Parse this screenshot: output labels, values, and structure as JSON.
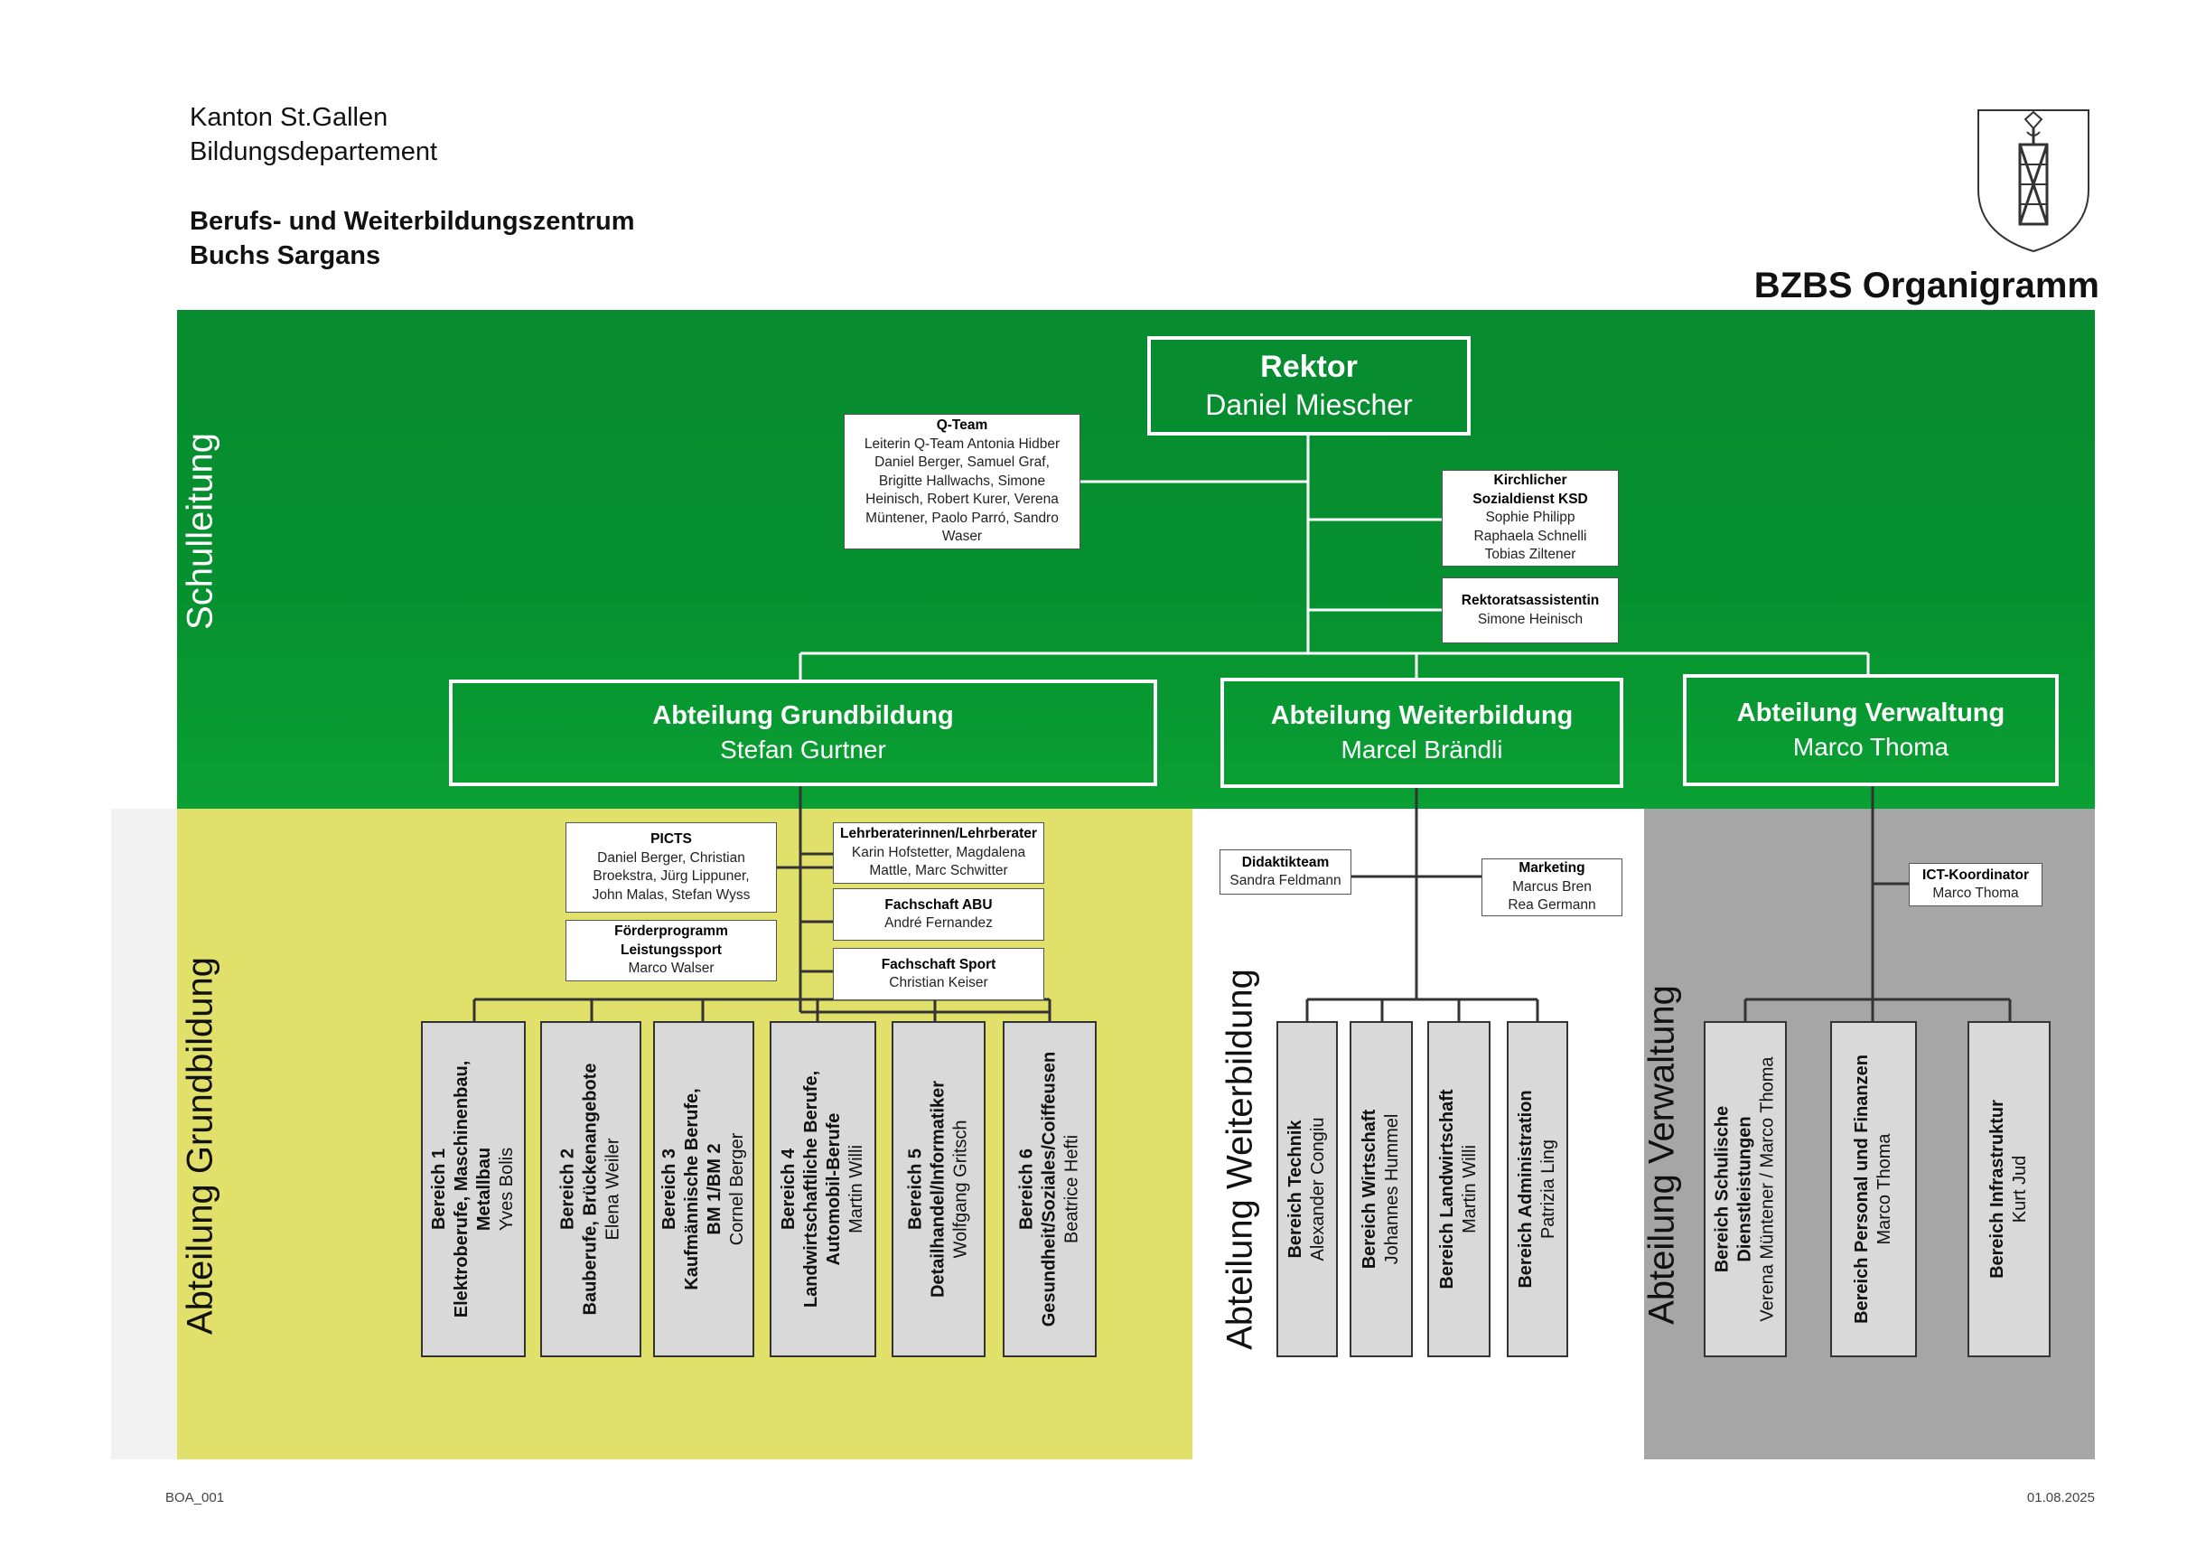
{
  "header": {
    "line1": "Kanton St.Gallen",
    "line2": "Bildungsdepartement",
    "line3": "Berufs- und Weiterbildungszentrum",
    "line4": "Buchs Sargans",
    "title": "BZBS Organigramm",
    "logo": "st-gallen-coat-of-arms"
  },
  "bands": {
    "schulleitung": "Schulleitung",
    "grundbildung": "Abteilung Grundbildung",
    "weiterbildung": "Abteilung Weiterbildung",
    "verwaltung": "Abteilung Verwaltung"
  },
  "rektor": {
    "title": "Rektor",
    "name": "Daniel Miescher"
  },
  "qteam": {
    "title": "Q-Team",
    "lines": [
      "Leiterin Q-Team Antonia Hidber",
      "Daniel Berger, Samuel Graf,",
      "Brigitte Hallwachs, Simone",
      "Heinisch, Robert Kurer, Verena",
      "Müntener, Paolo Parró, Sandro",
      "Waser"
    ]
  },
  "ksd": {
    "title1": "Kirchlicher",
    "title2": "Sozialdienst KSD",
    "lines": [
      "Sophie Philipp",
      "Raphaela Schnelli",
      "Tobias Ziltener"
    ]
  },
  "rektoratsassistentin": {
    "title": "Rektoratsassistentin",
    "name": "Simone Heinisch"
  },
  "departments": {
    "grundbildung": {
      "title": "Abteilung Grundbildung",
      "name": "Stefan Gurtner"
    },
    "weiterbildung": {
      "title": "Abteilung Weiterbildung",
      "name": "Marcel Brändli"
    },
    "verwaltung": {
      "title": "Abteilung Verwaltung",
      "name": "Marco Thoma"
    }
  },
  "picts": {
    "title": "PICTS",
    "lines": [
      "Daniel Berger, Christian",
      "Broekstra, Jürg Lippuner,",
      "John Malas, Stefan Wyss"
    ]
  },
  "foerderprogramm": {
    "title1": "Förderprogramm",
    "title2": "Leistungssport",
    "name": "Marco Walser"
  },
  "lehrberater": {
    "title": "Lehrberaterinnen/Lehrberater",
    "lines": [
      "Karin Hofstetter, Magdalena",
      "Mattle, Marc Schwitter"
    ]
  },
  "fachschaft_abu": {
    "title": "Fachschaft ABU",
    "name": "André Fernandez"
  },
  "fachschaft_sport": {
    "title": "Fachschaft Sport",
    "name": "Christian Keiser"
  },
  "didaktikteam": {
    "title": "Didaktikteam",
    "name": "Sandra Feldmann"
  },
  "marketing": {
    "title": "Marketing",
    "lines": [
      "Marcus Bren",
      "Rea Germann"
    ]
  },
  "ict": {
    "title": "ICT-Koordinator",
    "name": "Marco Thoma"
  },
  "bereiche_grundbildung": [
    {
      "title": [
        "Bereich 1",
        "Elektroberufe, Maschinenbau,",
        "Metallbau"
      ],
      "name": "Yves Bolis"
    },
    {
      "title": [
        "Bereich 2",
        "Bauberufe, Brückenangebote"
      ],
      "name": "Elena Weiler"
    },
    {
      "title": [
        "Bereich 3",
        "Kaufmännische Berufe,",
        "BM 1/BM 2"
      ],
      "name": "Cornel Berger"
    },
    {
      "title": [
        "Bereich 4",
        "Landwirtschaftliche Berufe,",
        "Automobil-Berufe"
      ],
      "name": "Martin Willi"
    },
    {
      "title": [
        "Bereich 5",
        "Detailhandel/Informatiker"
      ],
      "name": "Wolfgang Gritsch"
    },
    {
      "title": [
        "Bereich 6",
        "Gesundheit/Soziales/Coiffeusen"
      ],
      "name": "Beatrice Hefti"
    }
  ],
  "bereiche_weiterbildung": [
    {
      "title": [
        "Bereich Technik"
      ],
      "name": "Alexander Congiu"
    },
    {
      "title": [
        "Bereich Wirtschaft"
      ],
      "name": "Johannes Hummel"
    },
    {
      "title": [
        "Bereich Landwirtschaft"
      ],
      "name": "Martin Willi"
    },
    {
      "title": [
        "Bereich Administration"
      ],
      "name": "Patrizia Ling"
    }
  ],
  "bereiche_verwaltung": [
    {
      "title": [
        "Bereich Schulische",
        "Dienstleistungen"
      ],
      "name": "Verena Müntener / Marco Thoma"
    },
    {
      "title": [
        "Bereich Personal und Finanzen"
      ],
      "name": "Marco Thoma"
    },
    {
      "title": [
        "Bereich Infrastruktur"
      ],
      "name": "Kurt Jud"
    }
  ],
  "footer": {
    "code": "BOA_001",
    "date": "01.08.2025"
  }
}
